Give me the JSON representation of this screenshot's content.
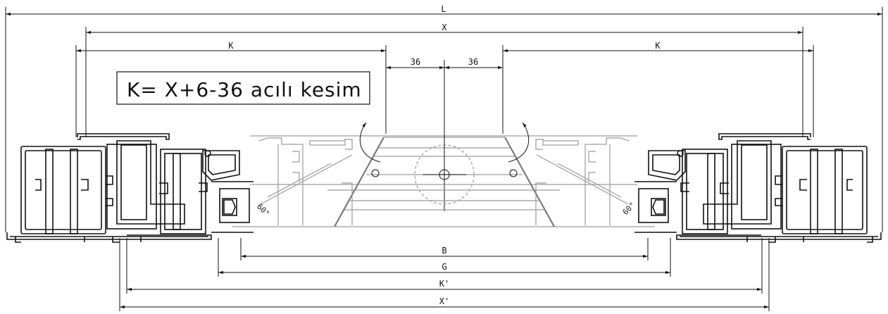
{
  "dimensions": {
    "L": "L",
    "X": "X",
    "K_left": "K",
    "K_right": "K",
    "offset_left": "36",
    "offset_right": "36",
    "B": "B",
    "G": "G",
    "K_prime": "K'",
    "X_prime": "X'"
  },
  "formula": "K= X+6-36 acılı kesim",
  "angles": {
    "left": "60°",
    "right": "60°"
  },
  "colors": {
    "ink": "#111111",
    "hidden_parts": "#9a9a9a",
    "cut_lines": "#7a7a7a"
  }
}
